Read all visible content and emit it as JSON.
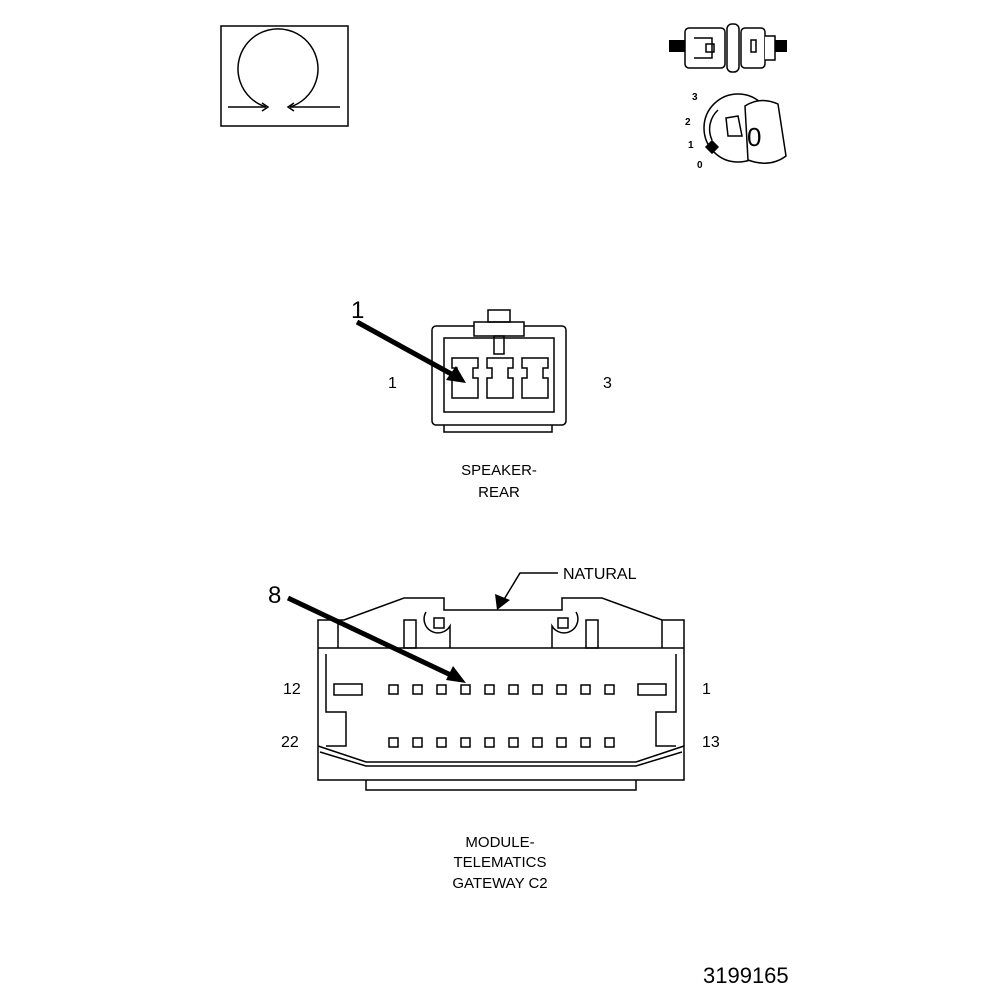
{
  "icons": {
    "resistance_symbol": "omega-icon",
    "connector_symbol": "connector-icon",
    "ignition_symbol": "ignition-key-icon",
    "ignition_positions": [
      "3",
      "2",
      "1",
      "0"
    ],
    "ignition_key_label": "0"
  },
  "speaker_connector": {
    "callout": "1",
    "pin_left": "1",
    "pin_right": "3",
    "name_line1": "SPEAKER-",
    "name_line2": "REAR"
  },
  "telematics_connector": {
    "callout": "8",
    "color_label": "NATURAL",
    "pin_top_left": "12",
    "pin_top_right": "1",
    "pin_bottom_left": "22",
    "pin_bottom_right": "13",
    "name_line1": "MODULE-",
    "name_line2": "TELEMATICS",
    "name_line3": "GATEWAY C2"
  },
  "figure_id": "3199165"
}
